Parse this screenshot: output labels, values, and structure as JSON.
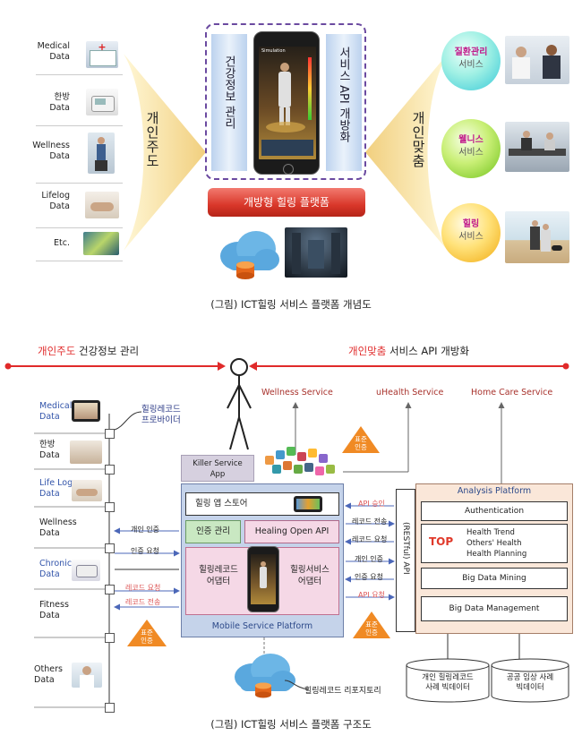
{
  "fig1": {
    "data_items": [
      {
        "label1": "Medical",
        "label2": "Data"
      },
      {
        "label1": "한방",
        "label2": "Data"
      },
      {
        "label1": "Wellness",
        "label2": "Data"
      },
      {
        "label1": "Lifelog",
        "label2": "Data"
      },
      {
        "label1": "Etc.",
        "label2": ""
      }
    ],
    "left_arrow_label": "개인주도",
    "right_arrow_label": "개인맞춤",
    "health_info": "건강정보 관리",
    "service_api": "서비스 API 개방화",
    "platform_bar": "개방형 힐링 플랫폼",
    "phone_header": "Simulation",
    "circles": [
      {
        "line1": "질환관리",
        "line2": "서비스"
      },
      {
        "line1": "웰니스",
        "line2": "서비스"
      },
      {
        "line1": "힐링",
        "line2": "서비스"
      }
    ],
    "caption": "(그림) ICT힐링 서비스 플랫폼 개념도"
  },
  "fig2": {
    "title_left_red": "개인주도",
    "title_left_black": " 건강정보 관리",
    "title_right_red": "개인맞춤",
    "title_right_black": " 서비스 API 개방화",
    "services": [
      "Wellness Service",
      "uHealth Service",
      "Home Care Service"
    ],
    "left_data": [
      {
        "line1": "Medical",
        "line2": "Data",
        "color": "#3355aa"
      },
      {
        "line1": "한방",
        "line2": "Data",
        "color": "#222222"
      },
      {
        "line1": "Life Log",
        "line2": "Data",
        "color": "#3355aa"
      },
      {
        "line1": "Wellness",
        "line2": "Data",
        "color": "#222222"
      },
      {
        "line1": "Chronic",
        "line2": "Data",
        "color": "#3355aa"
      },
      {
        "line1": "Fitness",
        "line2": "Data",
        "color": "#222222"
      },
      {
        "line1": "Others",
        "line2": "Data",
        "color": "#222222"
      }
    ],
    "provider_line1": "힐링레코드",
    "provider_line2": "프로바이더",
    "left_arrows": [
      "개인 인증",
      "인증 요청",
      "레코드 요청",
      "레코드 전송"
    ],
    "std_badge_line1": "표준",
    "std_badge_line2": "인증",
    "killer_line1": "Killer Service",
    "killer_line2": "App",
    "healing_app_store": "힐링 앱 스토어",
    "auth_mgmt": "인증 관리",
    "healing_open_api": "Healing Open API",
    "record_adapter_1": "힐링레코드",
    "record_adapter_2": "어댑터",
    "service_adapter_1": "힐링서비스",
    "service_adapter_2": "어댑터",
    "mobile_platform": "Mobile Service Platform",
    "mid_arrows": [
      "API 승인",
      "레코드 전송",
      "레코드 요청",
      "개인 인증",
      "인증 요청",
      "API 요청"
    ],
    "restful_api": "(RESTful) API",
    "analysis_title": "Analysis Platform",
    "authentication": "Authentication",
    "top_label": "TOP",
    "health_trend": "Health  Trend",
    "others_health": "Others' Health",
    "health_planning": "Health Planning",
    "big_data_mining": "Big Data Mining",
    "big_data_mgmt": "Big Data Management",
    "db1_line1": "개인 힐링레코드",
    "db1_line2": "사례 빅데이터",
    "db2_line1": "공공 임상 사례",
    "db2_line2": "빅데이터",
    "repository": "힐링레코드 리포지토리",
    "caption": "(그림) ICT힐링 서비스 플랫폼 구조도"
  }
}
